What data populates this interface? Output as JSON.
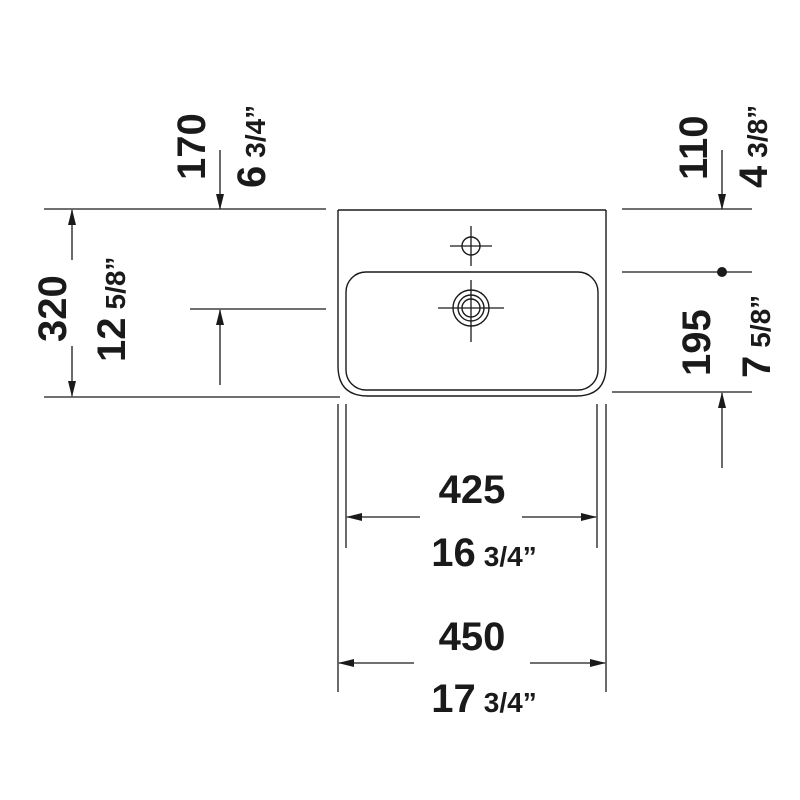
{
  "top_left_dim": {
    "metric": "170",
    "imperial_whole": "6",
    "imperial_frac": "3/4”"
  },
  "top_right_dim": {
    "metric": "110",
    "imperial_whole": "4",
    "imperial_frac": "3/8”"
  },
  "left_dim": {
    "metric": "320",
    "imperial_whole": "12",
    "imperial_frac": "5/8”"
  },
  "right_dim": {
    "metric": "195",
    "imperial_whole": "7",
    "imperial_frac": "5/8”"
  },
  "inner_width_dim": {
    "metric": "425",
    "imperial_whole": "16",
    "imperial_frac": "3/4”"
  },
  "outer_width_dim": {
    "metric": "450",
    "imperial_whole": "17",
    "imperial_frac": "3/4”"
  }
}
